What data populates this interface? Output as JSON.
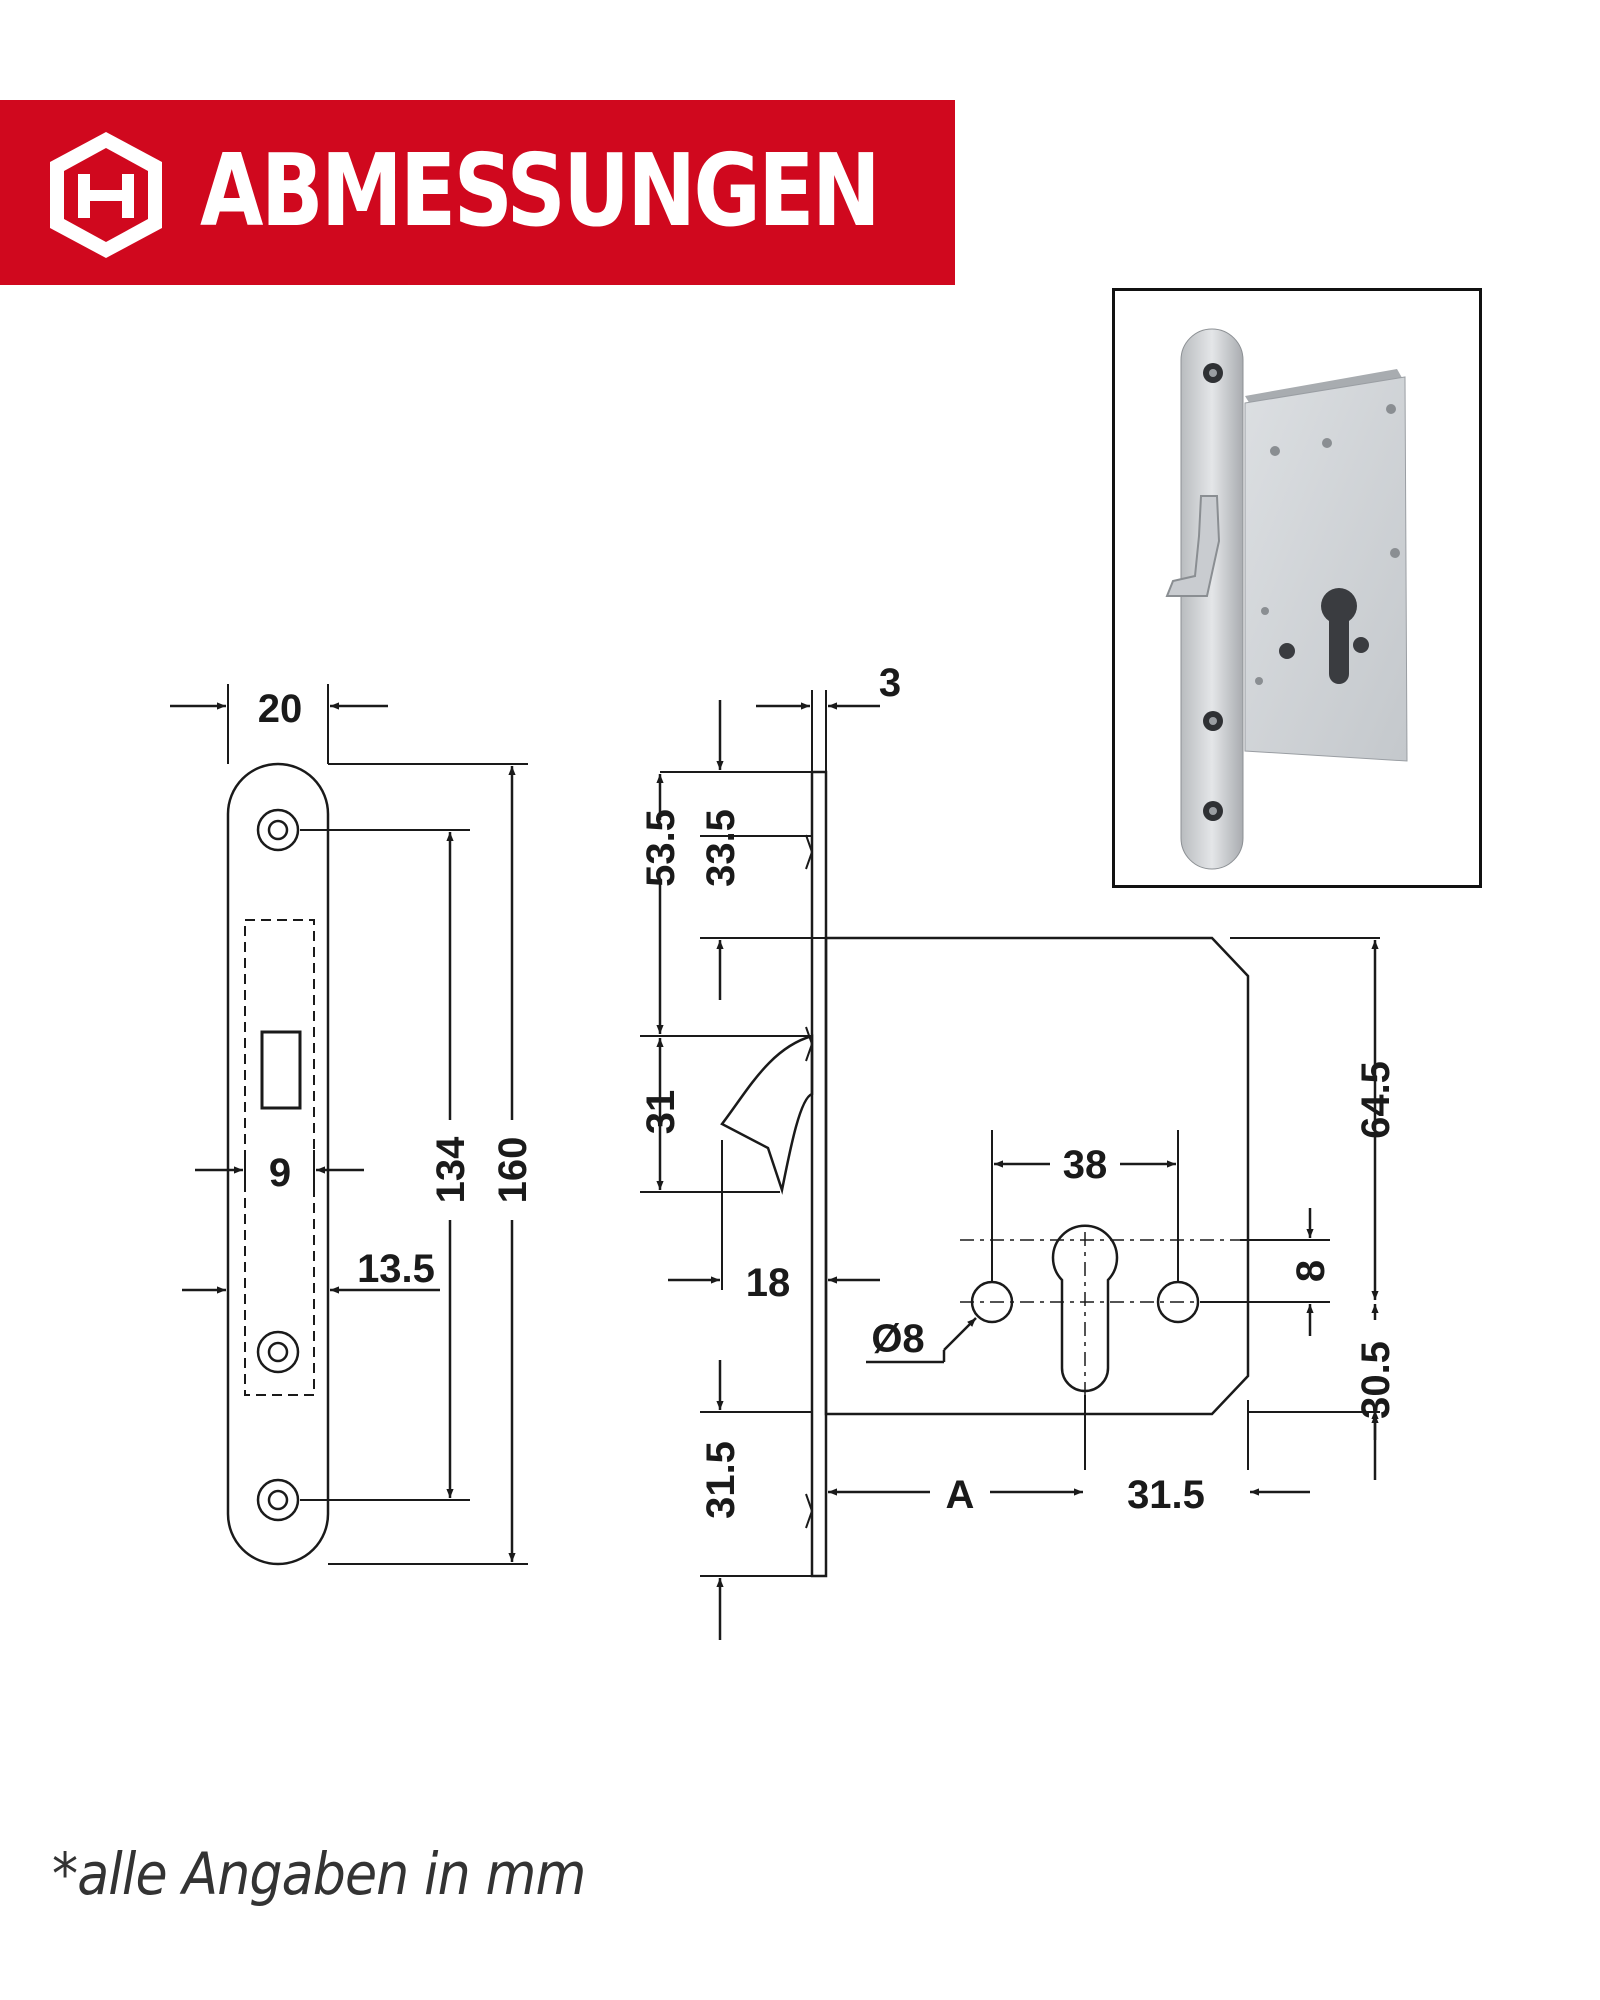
{
  "header": {
    "title": "ABMESSUNGEN",
    "brand_color": "#d0081e",
    "logo_icon": "hafele-hexagon-h-icon"
  },
  "photo": {
    "icon": "sliding-door-hook-lock-photo"
  },
  "front_view": {
    "dim_width": "20",
    "dim_latch_width": "9",
    "dim_offset": "13.5",
    "dim_hole_spacing": "134",
    "dim_height": "160"
  },
  "side_view": {
    "dim_faceplate_thickness": "3",
    "dim_top_to_body": "53.5",
    "dim_top_to_hole": "33.5",
    "dim_hook_height": "31",
    "dim_hook_depth": "18",
    "dim_bottom_hole": "31.5",
    "dim_hole_diameter": "Ø8",
    "dim_hole_spacing": "38",
    "dim_backset": "A",
    "dim_cylinder_to_back": "31.5",
    "dim_body_upper": "64.5",
    "dim_cylinder_offset": "8",
    "dim_body_lower": "30.5"
  },
  "footnote": "*alle Angaben in mm"
}
